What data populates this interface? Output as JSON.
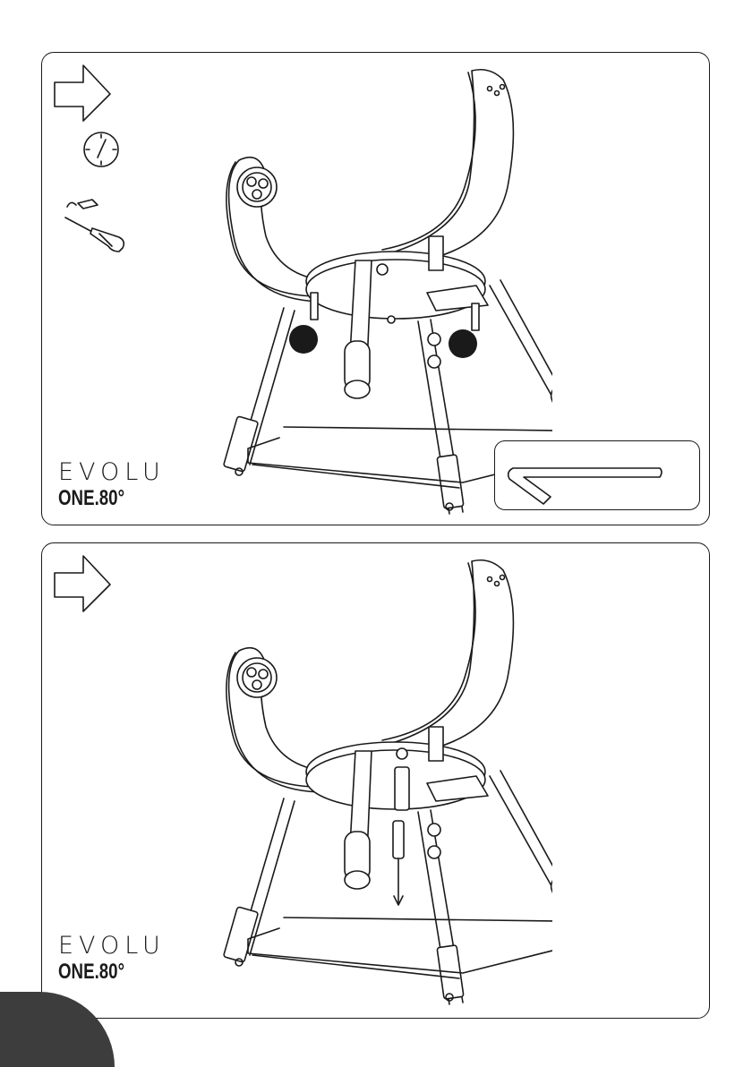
{
  "brand": {
    "wordmark": "EVOLU",
    "model": "ONE.80°"
  },
  "steps": [
    {
      "icons": [
        "arrow-right-icon",
        "clock-icon",
        "screwdriver-icon",
        "allen-key-icon"
      ],
      "clock_time": "5"
    },
    {
      "icons": [
        "arrow-right-icon"
      ]
    }
  ],
  "colors": {
    "line": "#1a1a1a",
    "page_tab": "#3d3d3d"
  }
}
